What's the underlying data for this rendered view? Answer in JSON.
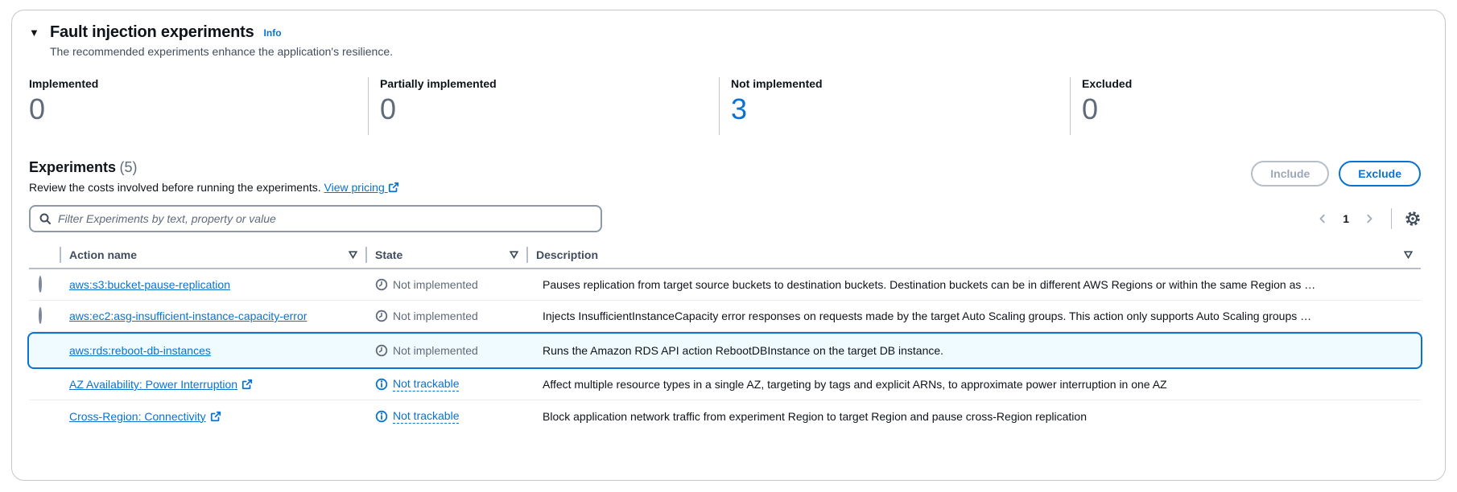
{
  "colors": {
    "accent": "#0972d3",
    "text": "#0f141a",
    "muted": "#5f6b7a",
    "border": "#c6c6cd"
  },
  "header": {
    "title": "Fault injection experiments",
    "info": "Info",
    "subtitle": "The recommended experiments enhance the application's resilience."
  },
  "stats": {
    "items": [
      {
        "label": "Implemented",
        "value": "0"
      },
      {
        "label": "Partially implemented",
        "value": "0"
      },
      {
        "label": "Not implemented",
        "value": "3"
      },
      {
        "label": "Excluded",
        "value": "0"
      }
    ]
  },
  "experiments": {
    "heading": "Experiments",
    "count": "(5)",
    "note": "Review the costs involved before running the experiments.",
    "pricing_link": "View pricing",
    "include_button": "Include",
    "exclude_button": "Exclude",
    "filter_placeholder": "Filter Experiments by text, property or value",
    "page_number": "1",
    "columns": {
      "action": "Action name",
      "state": "State",
      "description": "Description"
    },
    "rows": [
      {
        "name": "aws:s3:bucket-pause-replication",
        "state": "Not implemented",
        "description": "Pauses replication from target source buckets to destination buckets. Destination buckets can be in different AWS Regions or within the same Region as …"
      },
      {
        "name": "aws:ec2:asg-insufficient-instance-capacity-error",
        "state": "Not implemented",
        "description": "Injects InsufficientInstanceCapacity error responses on requests made by the target Auto Scaling groups. This action only supports Auto Scaling groups …"
      },
      {
        "name": "aws:rds:reboot-db-instances",
        "state": "Not implemented",
        "description": "Runs the Amazon RDS API action RebootDBInstance on the target DB instance."
      },
      {
        "name": "AZ Availability: Power Interruption",
        "state": "Not trackable",
        "description": "Affect multiple resource types in a single AZ, targeting by tags and explicit ARNs, to approximate power interruption in one AZ"
      },
      {
        "name": "Cross-Region: Connectivity",
        "state": "Not trackable",
        "description": "Block application network traffic from experiment Region to target Region and pause cross-Region replication"
      }
    ]
  }
}
